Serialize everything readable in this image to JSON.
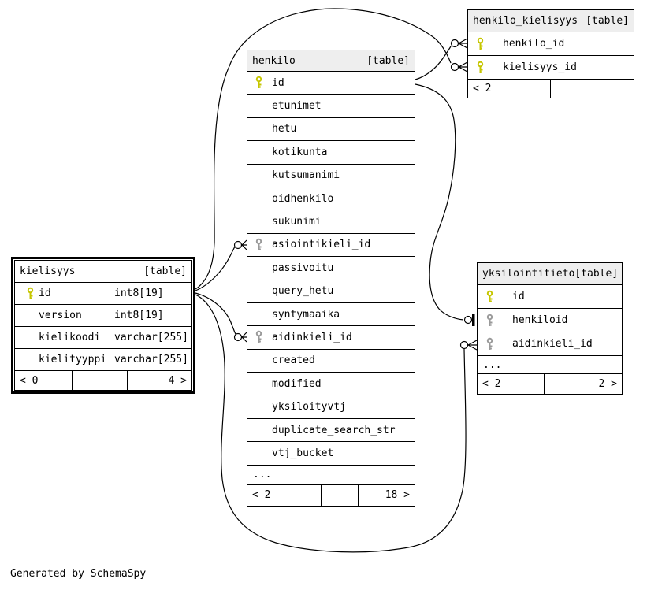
{
  "footer_note": "Generated by SchemaSpy",
  "colors": {
    "pk_key": "#c6c600",
    "fk_key": "#9a9a9a",
    "header_bg": "#eeeeee",
    "line": "#000000"
  },
  "tables": {
    "henkilo": {
      "name": "henkilo",
      "tag": "[table]",
      "columns": [
        {
          "name": "id",
          "key": "pk"
        },
        {
          "name": "etunimet",
          "key": ""
        },
        {
          "name": "hetu",
          "key": ""
        },
        {
          "name": "kotikunta",
          "key": ""
        },
        {
          "name": "kutsumanimi",
          "key": ""
        },
        {
          "name": "oidhenkilo",
          "key": ""
        },
        {
          "name": "sukunimi",
          "key": ""
        },
        {
          "name": "asiointikieli_id",
          "key": "fk"
        },
        {
          "name": "passivoitu",
          "key": ""
        },
        {
          "name": "query_hetu",
          "key": ""
        },
        {
          "name": "syntymaaika",
          "key": ""
        },
        {
          "name": "aidinkieli_id",
          "key": "fk"
        },
        {
          "name": "created",
          "key": ""
        },
        {
          "name": "modified",
          "key": ""
        },
        {
          "name": "yksiloityvtj",
          "key": ""
        },
        {
          "name": "duplicate_search_str",
          "key": ""
        },
        {
          "name": "vtj_bucket",
          "key": ""
        }
      ],
      "ellipsis": "...",
      "pager": [
        "< 2",
        "",
        "18 >"
      ]
    },
    "henkilo_kielisyys": {
      "name": "henkilo_kielisyys",
      "tag": "[table]",
      "columns": [
        {
          "name": "henkilo_id",
          "key": "pk"
        },
        {
          "name": "kielisyys_id",
          "key": "pk"
        }
      ],
      "ellipsis": "",
      "pager": [
        "< 2",
        "",
        ""
      ]
    },
    "kielisyys": {
      "name": "kielisyys",
      "tag": "[table]",
      "columns": [
        {
          "name": "id",
          "key": "pk",
          "type": "int8[19]"
        },
        {
          "name": "version",
          "key": "",
          "type": "int8[19]"
        },
        {
          "name": "kielikoodi",
          "key": "",
          "type": "varchar[255]"
        },
        {
          "name": "kielityyppi",
          "key": "",
          "type": "varchar[255]"
        }
      ],
      "ellipsis": "",
      "pager": [
        "< 0",
        "",
        "4 >"
      ]
    },
    "yksilointitieto": {
      "name": "yksilointitieto",
      "tag": "[table]",
      "columns": [
        {
          "name": "id",
          "key": "pk"
        },
        {
          "name": "henkiloid",
          "key": "fk"
        },
        {
          "name": "aidinkieli_id",
          "key": "fk"
        }
      ],
      "ellipsis": "...",
      "pager": [
        "< 2",
        "",
        "2 >"
      ]
    }
  },
  "relationships": [
    {
      "from": "kielisyys.id",
      "to": "henkilo.asiointikieli_id"
    },
    {
      "from": "kielisyys.id",
      "to": "henkilo.aidinkieli_id"
    },
    {
      "from": "kielisyys.id",
      "to": "henkilo_kielisyys.kielisyys_id"
    },
    {
      "from": "kielisyys.id",
      "to": "yksilointitieto.aidinkieli_id"
    },
    {
      "from": "henkilo.id",
      "to": "henkilo_kielisyys.henkilo_id"
    },
    {
      "from": "henkilo.id",
      "to": "yksilointitieto.henkiloid"
    }
  ]
}
